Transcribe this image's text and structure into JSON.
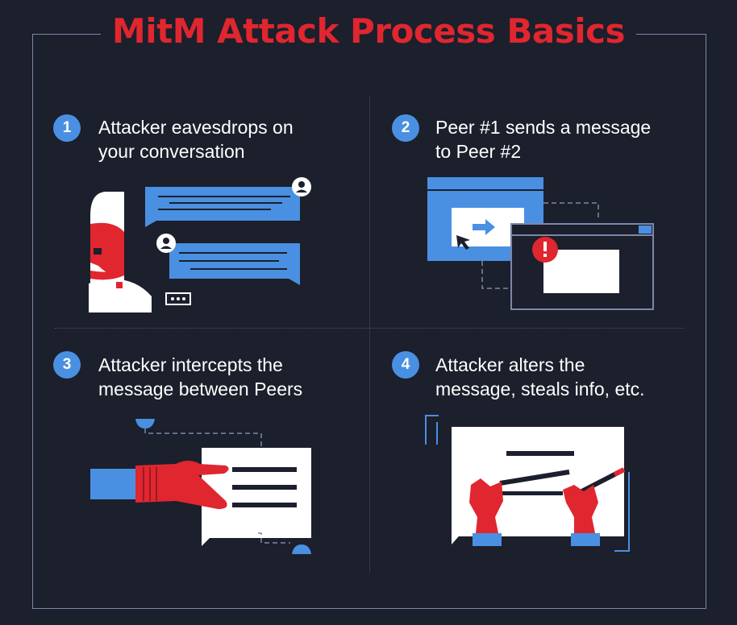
{
  "title": "MitM Attack Process Basics",
  "steps": [
    {
      "number": "1",
      "text": "Attacker eavesdrops on\nyour conversation"
    },
    {
      "number": "2",
      "text": "Peer #1 sends a message\nto Peer #2"
    },
    {
      "number": "3",
      "text": "Attacker intercepts the\nmessage between Peers"
    },
    {
      "number": "4",
      "text": "Attacker alters the\nmessage, steals info, etc."
    }
  ],
  "colors": {
    "background": "#1c1f2c",
    "accent_red": "#e0262f",
    "accent_blue": "#4a90e2",
    "frame": "#7d87a8",
    "text": "#ffffff"
  },
  "icons": {
    "eavesdrop": "masked-attacker-with-chat-bubbles",
    "send": "browser-windows-with-arrow",
    "intercept": "gloved-hand-grabbing-message",
    "alter": "gloved-hands-editing-document"
  }
}
